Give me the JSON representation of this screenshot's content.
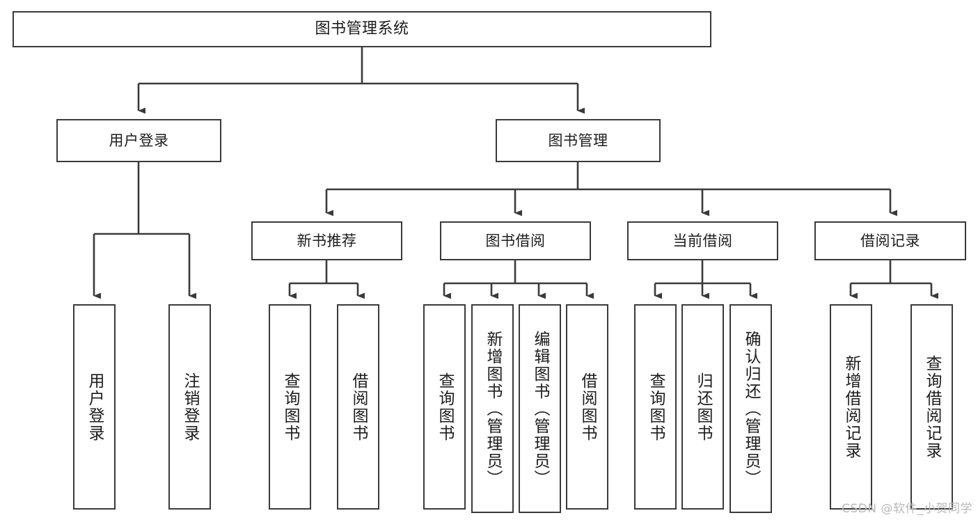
{
  "diagram": {
    "title": "图书管理系统",
    "type": "tree",
    "watermark": "CSDN @软件_小贺同学",
    "colors": {
      "background": "#ffffff",
      "border": "#3a3a3a",
      "text": "#1c1c1c",
      "edge": "#3a3a3a",
      "watermark": "#b9b9b9"
    },
    "nodes": {
      "root": {
        "label": "图书管理系统"
      },
      "level2": [
        {
          "label": "用户登录"
        },
        {
          "label": "图书管理"
        }
      ],
      "level3": [
        {
          "label": "新书推荐"
        },
        {
          "label": "图书借阅"
        },
        {
          "label": "当前借阅"
        },
        {
          "label": "借阅记录"
        }
      ],
      "leaves": {
        "user_login": [
          {
            "label": "用户登录"
          },
          {
            "label": "注销登录"
          }
        ],
        "new_book": [
          {
            "label": "查询图书"
          },
          {
            "label": "借阅图书"
          }
        ],
        "borrow_book": [
          {
            "label": "查询图书"
          },
          {
            "label": "新增图书（管理员）"
          },
          {
            "label": "编辑图书（管理员）"
          },
          {
            "label": "借阅图书"
          }
        ],
        "current_borrow": [
          {
            "label": "查询图书"
          },
          {
            "label": "归还图书"
          },
          {
            "label": "确认归还（管理员）"
          }
        ],
        "borrow_record": [
          {
            "label": "新增借阅记录"
          },
          {
            "label": "查询借阅记录"
          }
        ]
      }
    }
  }
}
